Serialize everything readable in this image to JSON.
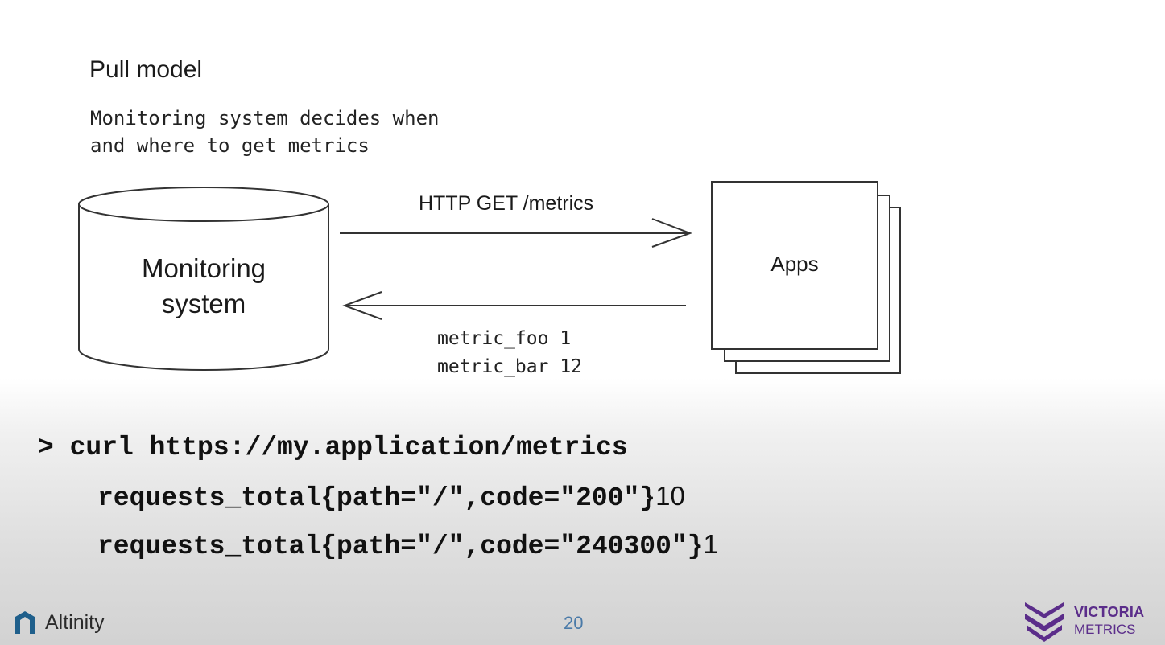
{
  "slide": {
    "title": "Pull model",
    "subtitle_lines": [
      "Monitoring system decides when",
      "and where to get metrics"
    ]
  },
  "diagram": {
    "monitoring_label_lines": [
      "Monitoring",
      "system"
    ],
    "request_label": "HTTP GET /metrics",
    "response_lines": [
      "metric_foo 1",
      "metric_bar 12"
    ],
    "apps_label": "Apps"
  },
  "code": {
    "curl_line": "> curl https://my.application/metrics",
    "lines": [
      {
        "text": "requests_total{path=\"/\",code=\"200\"}",
        "value": "10"
      },
      {
        "text": "requests_total{path=\"/\",code=\"240300\"}",
        "value": "1"
      }
    ]
  },
  "footer": {
    "left_logo_text": "Altinity",
    "page_number": "20",
    "right_logo_line1": "VICTORIA",
    "right_logo_line2": "METRICS"
  },
  "colors": {
    "page_number": "#4a7aa8",
    "victoria_purple": "#5b2d8a",
    "altinity_blue": "#1f5f8b"
  }
}
